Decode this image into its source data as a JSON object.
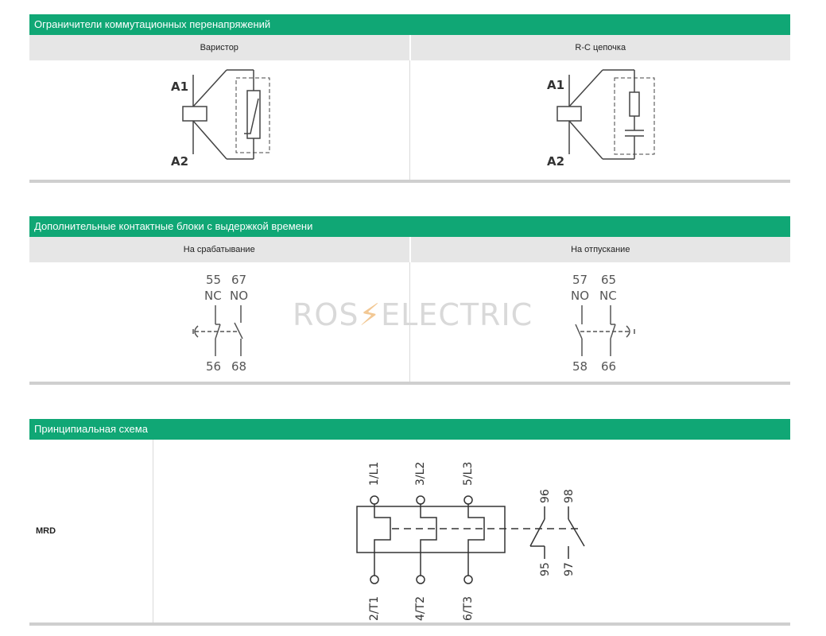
{
  "sections": [
    {
      "title": "Ограничители коммутационных перенапряжений",
      "columns": [
        "Варистор",
        "R-C цепочка"
      ]
    },
    {
      "title": "Дополнительные контактные блоки с выдержкой времени",
      "columns": [
        "На срабатывание",
        "На отпускание"
      ]
    },
    {
      "title": "Принципиальная схема",
      "row_label": "MRD"
    }
  ],
  "varistor_diagram": {
    "top_label": "A1",
    "bottom_label": "A2"
  },
  "rc_diagram": {
    "top_label": "A1",
    "bottom_label": "A2"
  },
  "on_delay_block": {
    "top_numbers": [
      "55",
      "67"
    ],
    "types": [
      "NC",
      "NO"
    ],
    "bottom_numbers": [
      "56",
      "68"
    ]
  },
  "off_delay_block": {
    "top_numbers": [
      "57",
      "65"
    ],
    "types": [
      "NO",
      "NC"
    ],
    "bottom_numbers": [
      "58",
      "66"
    ]
  },
  "mrd_diagram": {
    "line_terminals": [
      "1/L1",
      "3/L2",
      "5/L3"
    ],
    "load_terminals": [
      "2/T1",
      "4/T2",
      "6/T3"
    ],
    "aux_top": [
      "96",
      "98"
    ],
    "aux_bottom": [
      "95",
      "97"
    ]
  },
  "watermark": {
    "left": "ROS",
    "bolt": "⚡",
    "right": "ELECTRIC"
  },
  "colors": {
    "header_green": "#10a775",
    "table_header_gray": "#e6e6e6",
    "line": "#444444"
  }
}
